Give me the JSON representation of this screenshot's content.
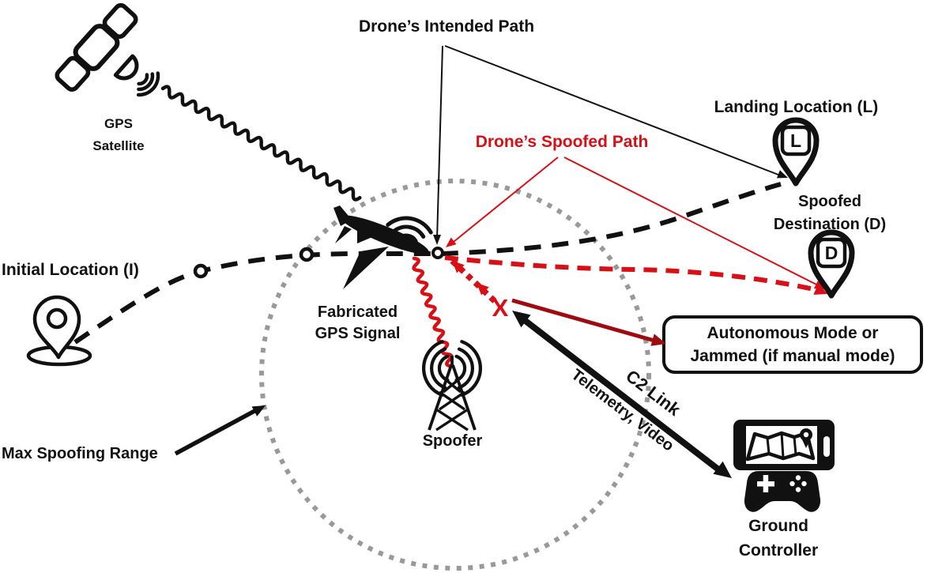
{
  "colors": {
    "black": "#111111",
    "red": "#d90f16",
    "dark_red": "#9f0c10",
    "range_gray": "#999999"
  },
  "labels": {
    "intended_path": "Drone’s Intended Path",
    "spoofed_path": "Drone’s Spoofed Path",
    "landing_location": "Landing Location (L)",
    "landing_pin_letter": "L",
    "spoofed_destination_line1": "Spoofed",
    "spoofed_destination_line2": "Destination (D)",
    "spoofed_pin_letter": "D",
    "gps_satellite_line1": "GPS",
    "gps_satellite_line2": "Satellite",
    "initial_location": "Initial Location (I)",
    "fabricated_line1": "Fabricated",
    "fabricated_line2": "GPS Signal",
    "spoofer": "Spoofer",
    "max_range": "Max Spoofing Range",
    "c2_link": "C2 Link",
    "telemetry": "Telemetry, Video",
    "jam_x": "X",
    "ground_line1": "Ground",
    "ground_line2": "Controller"
  },
  "callout": {
    "line1": "Autonomous Mode or",
    "line2": "Jammed (if manual mode)"
  }
}
